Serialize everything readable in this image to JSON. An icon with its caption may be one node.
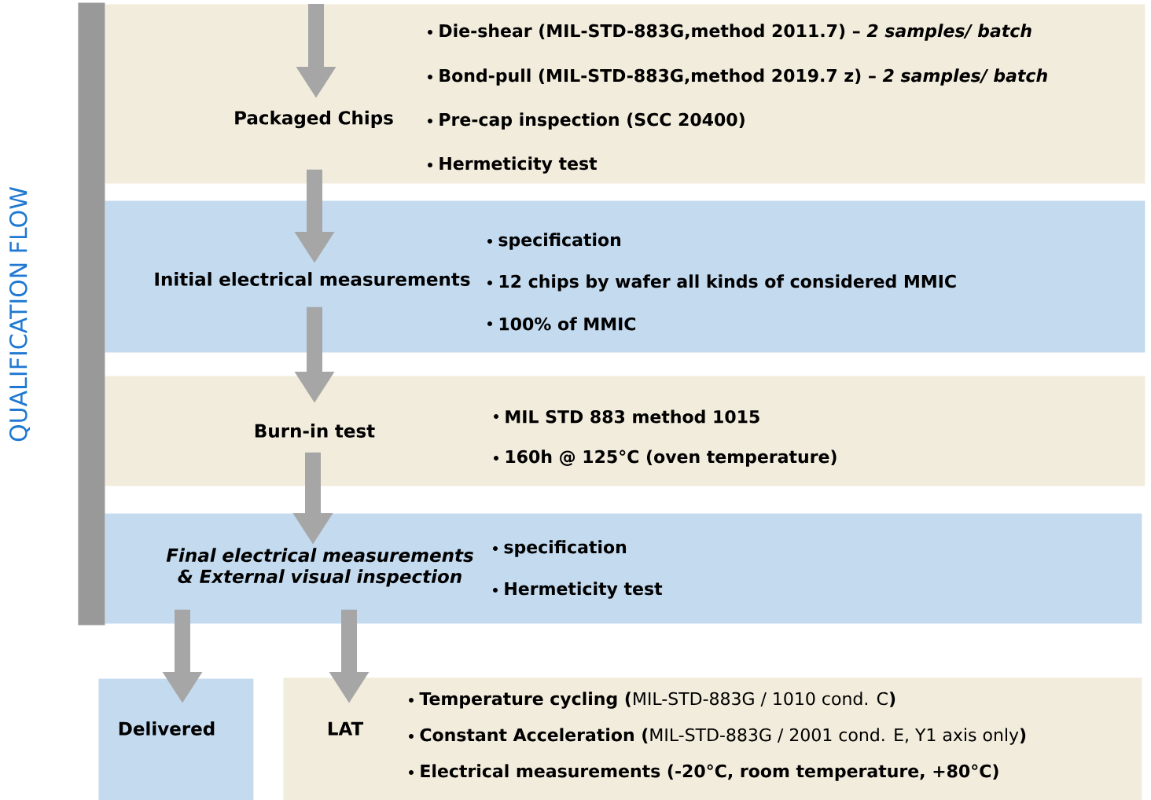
{
  "diagram": {
    "nodes": [
      {
        "text": [
          "Packaged Chips",
          "Die-shear (MIL-STD-883G,method 2011.7) – *2 samples/ batch*",
          "Bond-pull (MIL-STD-883G,method 2019.7 z) – *2 samples/ batch*",
          "Pre-cap inspection (SCC 20400)",
          "Hermeticity test"
        ]
      },
      {
        "text": [
          "Initial electrical measurements",
          "specification",
          "12 chips by wafer all kinds of considered MMIC",
          "100% of MMIC"
        ]
      },
      {
        "text": [
          "Burn-in test",
          "MIL STD 883 method 1015",
          "160h @ 125°C (oven temperature)"
        ]
      },
      {
        "text": [
          "Final electrical measurements & External visual inspection",
          "specification",
          "Hermeticity test"
        ]
      },
      {
        "text": [
          "Delivered"
        ]
      },
      {
        "text": [],
        "shape": "bar"
      },
      {
        "text": [
          "LAT",
          "**Temperature cycling (**MIL-STD-883G / 1010 cond. C**)**",
          "**Constant Acceleration (**MIL-STD-883G / 2001 cond. E, Y1 axis only**)**",
          "Electrical measurements (-20°C, room temperature, +80°C)"
        ]
      }
    ],
    "edges": [
      {
        "from": null,
        "to": 0,
        "arrow": "to"
      },
      {
        "from": 0,
        "to": 1,
        "arrow": "to"
      },
      {
        "from": 1,
        "to": 2,
        "arrow": "to"
      },
      {
        "from": 2,
        "to": 3,
        "arrow": "to"
      },
      {
        "from": 3,
        "to": 4,
        "arrow": "to"
      },
      {
        "from": 3,
        "to": 6,
        "arrow": "to"
      }
    ],
    "labels": [
      "QUALIFICATION FLOW"
    ]
  }
}
